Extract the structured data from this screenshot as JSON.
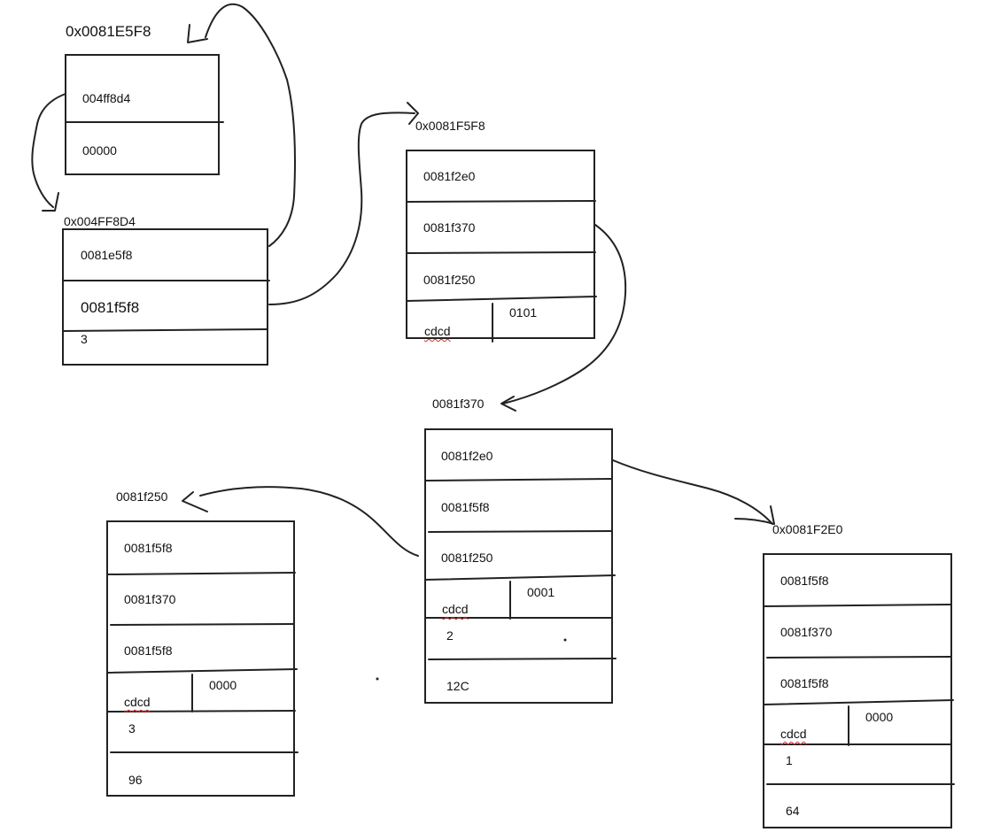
{
  "colors": {
    "ink": "#222222",
    "spellcheck": "#d32f2f",
    "background": "#ffffff"
  },
  "nodes": {
    "n1": {
      "address": "0x0081E5F8",
      "fields": [
        "004ff8d4",
        "00000"
      ]
    },
    "n2": {
      "address": "0x004FF8D4",
      "fields": [
        "0081e5f8",
        "0081f5f8",
        "3"
      ]
    },
    "n3": {
      "address": "0x0081F5F8",
      "fields": [
        "0081f2e0",
        "0081f370",
        "0081f250"
      ],
      "split_left": "cdcd",
      "split_right": "0101"
    },
    "n4": {
      "address": "0081f370",
      "fields": [
        "0081f2e0",
        "0081f5f8",
        "0081f250"
      ],
      "split_left": "cdcd",
      "split_right": "0001",
      "extra": [
        "2",
        "12C"
      ]
    },
    "n5": {
      "address": "0081f250",
      "fields": [
        "0081f5f8",
        "0081f370",
        "0081f5f8"
      ],
      "split_left": "cdcd",
      "split_right": "0000",
      "extra": [
        "3",
        "96"
      ]
    },
    "n6": {
      "address": "0x0081F2E0",
      "fields": [
        "0081f5f8",
        "0081f370",
        "0081f5f8"
      ],
      "split_left": "cdcd",
      "split_right": "0000",
      "extra": [
        "1",
        "64"
      ]
    }
  }
}
